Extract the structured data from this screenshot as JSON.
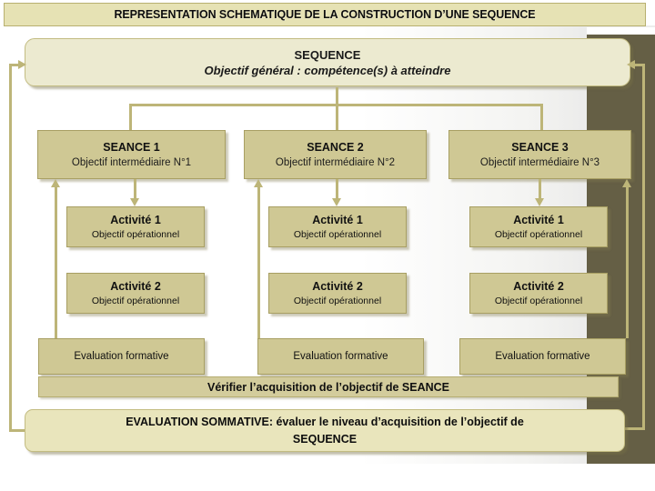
{
  "banner": {
    "title": "REPRESENTATION SCHEMATIQUE DE LA CONSTRUCTION D’UNE SEQUENCE"
  },
  "sequence": {
    "title": "SEQUENCE",
    "subtitle": "Objectif général : compétence(s) à atteindre"
  },
  "columns": [
    {
      "seance_title": "SEANCE 1",
      "seance_sub": "Objectif intermédiaire N°1",
      "activities": [
        {
          "title": "Activité 1",
          "sub": "Objectif opérationnel"
        },
        {
          "title": "Activité 2",
          "sub": "Objectif opérationnel"
        }
      ],
      "evaluation": "Evaluation formative"
    },
    {
      "seance_title": "SEANCE 2",
      "seance_sub": "Objectif intermédiaire N°2",
      "activities": [
        {
          "title": "Activité 1",
          "sub": "Objectif opérationnel"
        },
        {
          "title": "Activité 2",
          "sub": "Objectif opérationnel"
        }
      ],
      "evaluation": "Evaluation formative"
    },
    {
      "seance_title": "SEANCE 3",
      "seance_sub": "Objectif intermédiaire N°3",
      "activities": [
        {
          "title": "Activité 1",
          "sub": "Objectif opérationnel"
        },
        {
          "title": "Activité 2",
          "sub": "Objectif opérationnel"
        }
      ],
      "evaluation": "Evaluation formative"
    }
  ],
  "verification_band": {
    "text": "Vérifier l’acquisition de l’objectif de SEANCE"
  },
  "summative": {
    "line1": "EVALUATION SOMMATIVE: évaluer le niveau d’acquisition de l’objectif de",
    "line2": "SEQUENCE"
  },
  "colors": {
    "banner_bg": "#e6e2b4",
    "sequence_bg": "#ecead0",
    "box_bg": "#cfc894",
    "band_bg": "#d3cc9c",
    "summative_bg": "#e9e5bc",
    "connector": "#bdb578",
    "border": "#a89f63",
    "dark_panel": "#655f45"
  }
}
